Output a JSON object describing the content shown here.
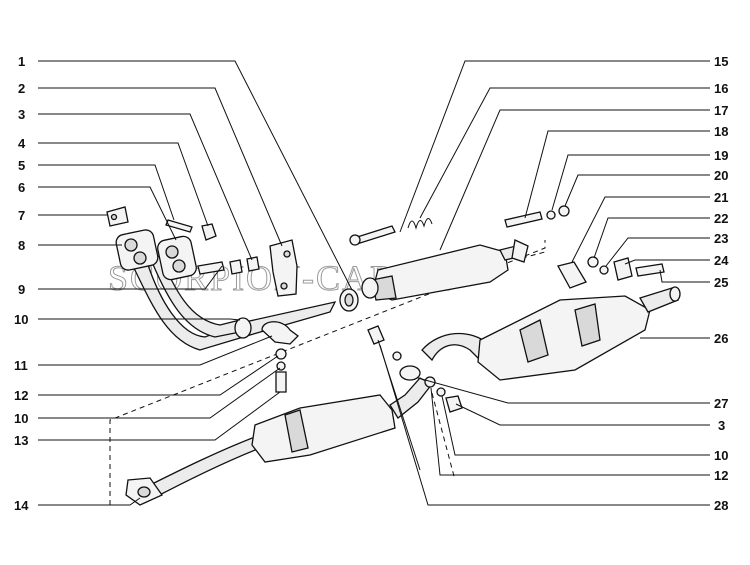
{
  "watermark": "SCORPION-CAR.RU",
  "callouts_left": [
    "1",
    "2",
    "3",
    "4",
    "5",
    "6",
    "7",
    "8",
    "9",
    "10",
    "11",
    "12",
    "10",
    "13",
    "14"
  ],
  "callouts_right": [
    "15",
    "16",
    "17",
    "18",
    "19",
    "20",
    "21",
    "22",
    "23",
    "24",
    "25",
    "26",
    "27",
    "3",
    "10",
    "12",
    "28"
  ]
}
